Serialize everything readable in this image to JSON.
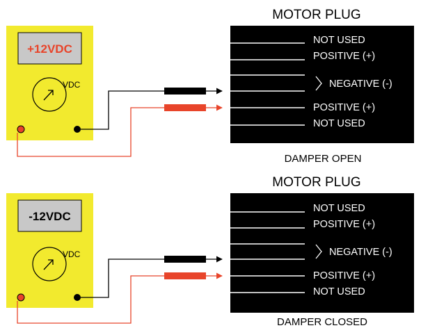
{
  "colors": {
    "meter_body": "#f2ea2e",
    "meter_display": "#c8c8c8",
    "plug_body": "#000000",
    "pin_line": "#ffffff",
    "lead_red": "#e8442a",
    "lead_black": "#000000",
    "readout_positive": "#e8442a",
    "readout_negative": "#000000"
  },
  "panels": [
    {
      "meter": {
        "readout": "+12VDC",
        "dial_label": "VDC",
        "dial_icon": "voltmeter-needle-icon"
      },
      "plug": {
        "title": "MOTOR PLUG",
        "pins": [
          "NOT USED",
          "POSITIVE (+)",
          "NEGATIVE (-)",
          "POSITIVE (+)",
          "NOT USED"
        ]
      },
      "caption": "DAMPER OPEN"
    },
    {
      "meter": {
        "readout": "-12VDC",
        "dial_label": "VDC",
        "dial_icon": "voltmeter-needle-icon"
      },
      "plug": {
        "title": "MOTOR PLUG",
        "pins": [
          "NOT USED",
          "POSITIVE (+)",
          "NEGATIVE (-)",
          "POSITIVE (+)",
          "NOT USED"
        ]
      },
      "caption": "DAMPER CLOSED"
    }
  ]
}
